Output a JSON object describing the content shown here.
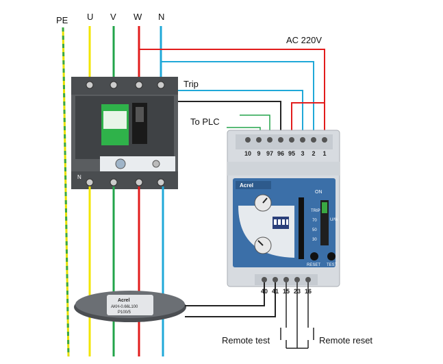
{
  "phases": {
    "pe": "PE",
    "u": "U",
    "v": "V",
    "w": "W",
    "n": "N"
  },
  "labels": {
    "ac_supply": "AC 220V",
    "trip": "Trip",
    "to_plc": "To  PLC",
    "remote_test": "Remote test",
    "remote_reset": "Remote reset"
  },
  "relay": {
    "top_terminals": [
      "10",
      "9",
      "97",
      "96",
      "95",
      "3",
      "2",
      "1"
    ],
    "bottom_terminals": [
      "40",
      "41",
      "15",
      "23",
      "16"
    ],
    "brand": "Acrel",
    "on_label": "ON",
    "trip_label": "TRIP",
    "scale": [
      "70",
      "50",
      "30"
    ],
    "reset_label": "RESET",
    "test_label": "TEST",
    "unit_label": "U/%"
  },
  "ct": {
    "brand": "Acrel",
    "model": "AKH-0.66L100",
    "serial": "P100/5"
  },
  "breaker": {
    "pole_label": "N"
  },
  "colors": {
    "red": "#e21b1b",
    "yellow": "#f2e600",
    "green": "#22a44a",
    "cyan": "#1fa8d8",
    "black": "#222222",
    "pe_green": "#3aa843",
    "pe_yellow": "#e8e000"
  }
}
